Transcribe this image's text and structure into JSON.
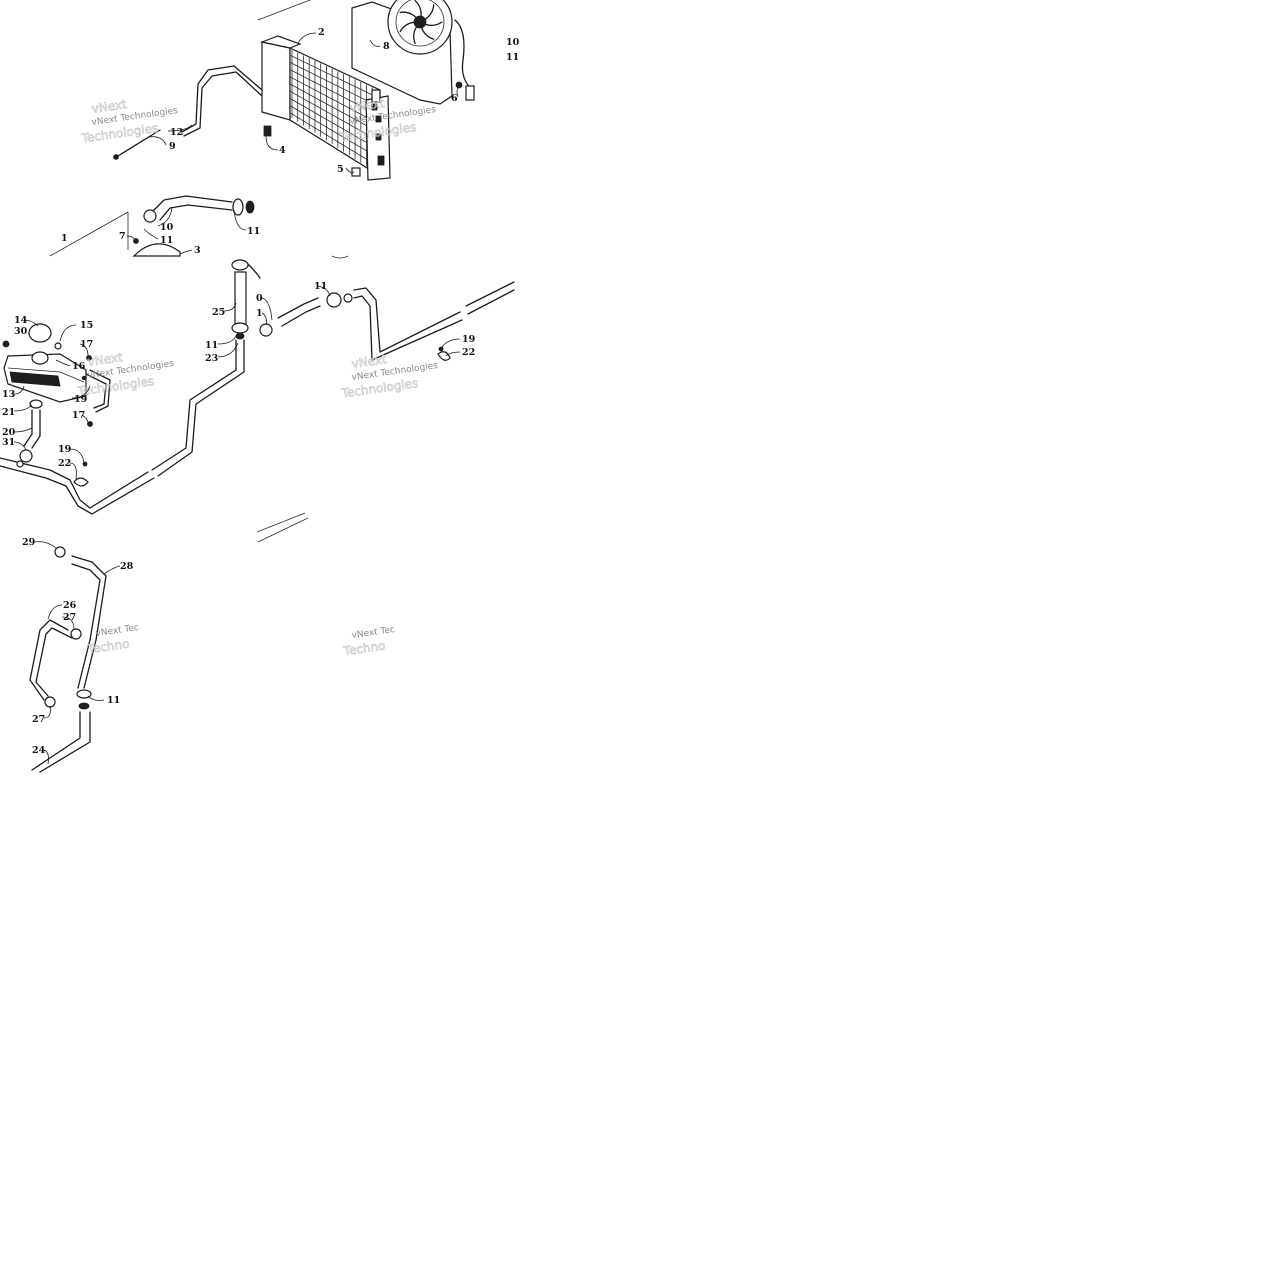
{
  "watermark": {
    "line1": "vNext Technologies",
    "line1_partial": "vNext Tec"
  },
  "callouts": [
    {
      "id": "c-2",
      "label": "2"
    },
    {
      "id": "c-8",
      "label": "8"
    },
    {
      "id": "c-10a",
      "label": "10"
    },
    {
      "id": "c-11a",
      "label": "11"
    },
    {
      "id": "c-6",
      "label": "6"
    },
    {
      "id": "c-12",
      "label": "12"
    },
    {
      "id": "c-9",
      "label": "9"
    },
    {
      "id": "c-4",
      "label": "4"
    },
    {
      "id": "c-5",
      "label": "5"
    },
    {
      "id": "c-10b",
      "label": "10"
    },
    {
      "id": "c-11b",
      "label": "11"
    },
    {
      "id": "c-11c",
      "label": "11"
    },
    {
      "id": "c-1",
      "label": "1"
    },
    {
      "id": "c-7",
      "label": "7"
    },
    {
      "id": "c-3",
      "label": "3"
    },
    {
      "id": "c-25",
      "label": "25"
    },
    {
      "id": "c-11d",
      "label": "11"
    },
    {
      "id": "c-23",
      "label": "23"
    },
    {
      "id": "c-0",
      "label": "0"
    },
    {
      "id": "c-1b",
      "label": "1"
    },
    {
      "id": "c-11e",
      "label": "11"
    },
    {
      "id": "c-19a",
      "label": "19"
    },
    {
      "id": "c-22a",
      "label": "22"
    },
    {
      "id": "c-14",
      "label": "14"
    },
    {
      "id": "c-30",
      "label": "30"
    },
    {
      "id": "c-15",
      "label": "15"
    },
    {
      "id": "c-17a",
      "label": "17"
    },
    {
      "id": "c-16",
      "label": "16"
    },
    {
      "id": "c-13",
      "label": "13"
    },
    {
      "id": "c-19b",
      "label": "19"
    },
    {
      "id": "c-21",
      "label": "21"
    },
    {
      "id": "c-17b",
      "label": "17"
    },
    {
      "id": "c-20",
      "label": "20"
    },
    {
      "id": "c-31",
      "label": "31"
    },
    {
      "id": "c-19c",
      "label": "19"
    },
    {
      "id": "c-22b",
      "label": "22"
    },
    {
      "id": "c-29",
      "label": "29"
    },
    {
      "id": "c-28",
      "label": "28"
    },
    {
      "id": "c-26",
      "label": "26"
    },
    {
      "id": "c-27a",
      "label": "27"
    },
    {
      "id": "c-11f",
      "label": "11"
    },
    {
      "id": "c-27b",
      "label": "27"
    },
    {
      "id": "c-24",
      "label": "24"
    }
  ]
}
